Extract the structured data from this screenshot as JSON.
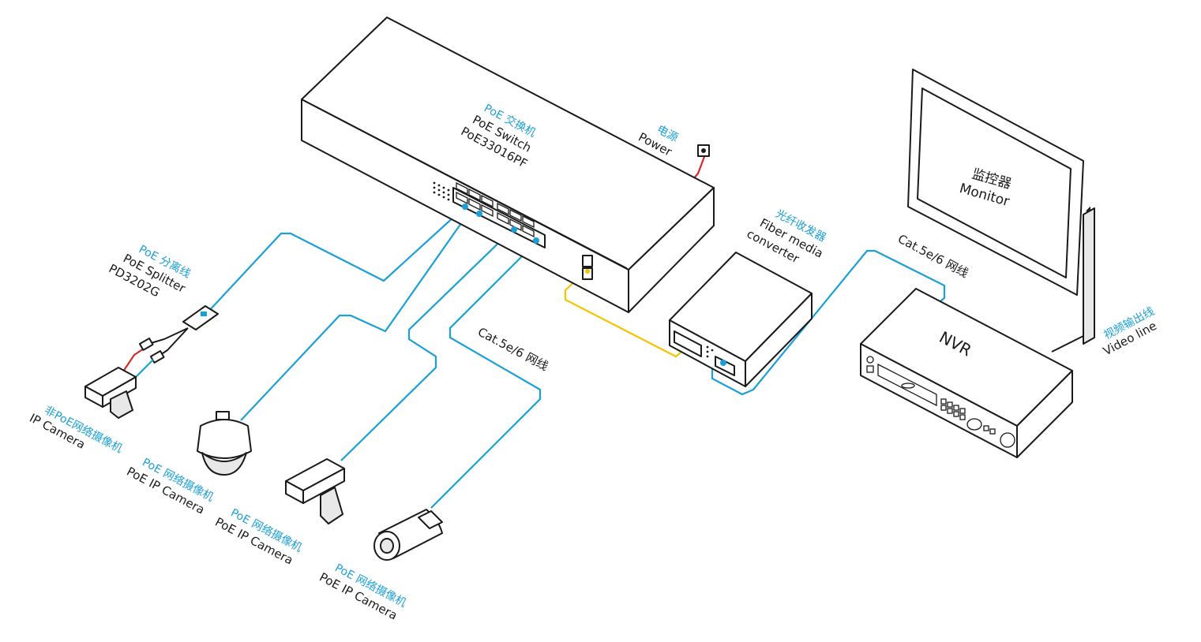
{
  "colors": {
    "label_blue": "#1a9fd8",
    "label_black": "#1a1a1a",
    "cable_network": "#1a9fd8",
    "cable_fiber": "#f5c400",
    "cable_power": "#d9262a",
    "cable_video": "#1a1a1a"
  },
  "switch": {
    "cn": "PoE 交换机",
    "en": "PoE  Switch",
    "model": "PoE33016PF"
  },
  "power": {
    "cn": "电源",
    "en": "Power"
  },
  "splitter": {
    "cn": "PoE 分离线",
    "en": "PoE Splitter",
    "model": "PD3202G"
  },
  "non_poe_camera": {
    "cn": "非PoE网络摄像机",
    "en": "IP Camera"
  },
  "poe_cameras": [
    {
      "cn": "PoE 网络摄像机",
      "en": "PoE IP Camera"
    },
    {
      "cn": "PoE 网络摄像机",
      "en": "PoE IP Camera"
    },
    {
      "cn": "PoE 网络摄像机",
      "en": "PoE IP Camera"
    }
  ],
  "cable_camera": "Cat.5e/6 网线",
  "cable_nvr": "Cat.5e/6 网线",
  "fiber_converter": {
    "cn": "光纤收发器",
    "en1": "Fiber media",
    "en2": "converter"
  },
  "monitor": {
    "cn": "监控器",
    "en": "Monitor"
  },
  "nvr": {
    "label": "NVR"
  },
  "video_line": {
    "cn": "视频输出线",
    "en": "Video line"
  }
}
